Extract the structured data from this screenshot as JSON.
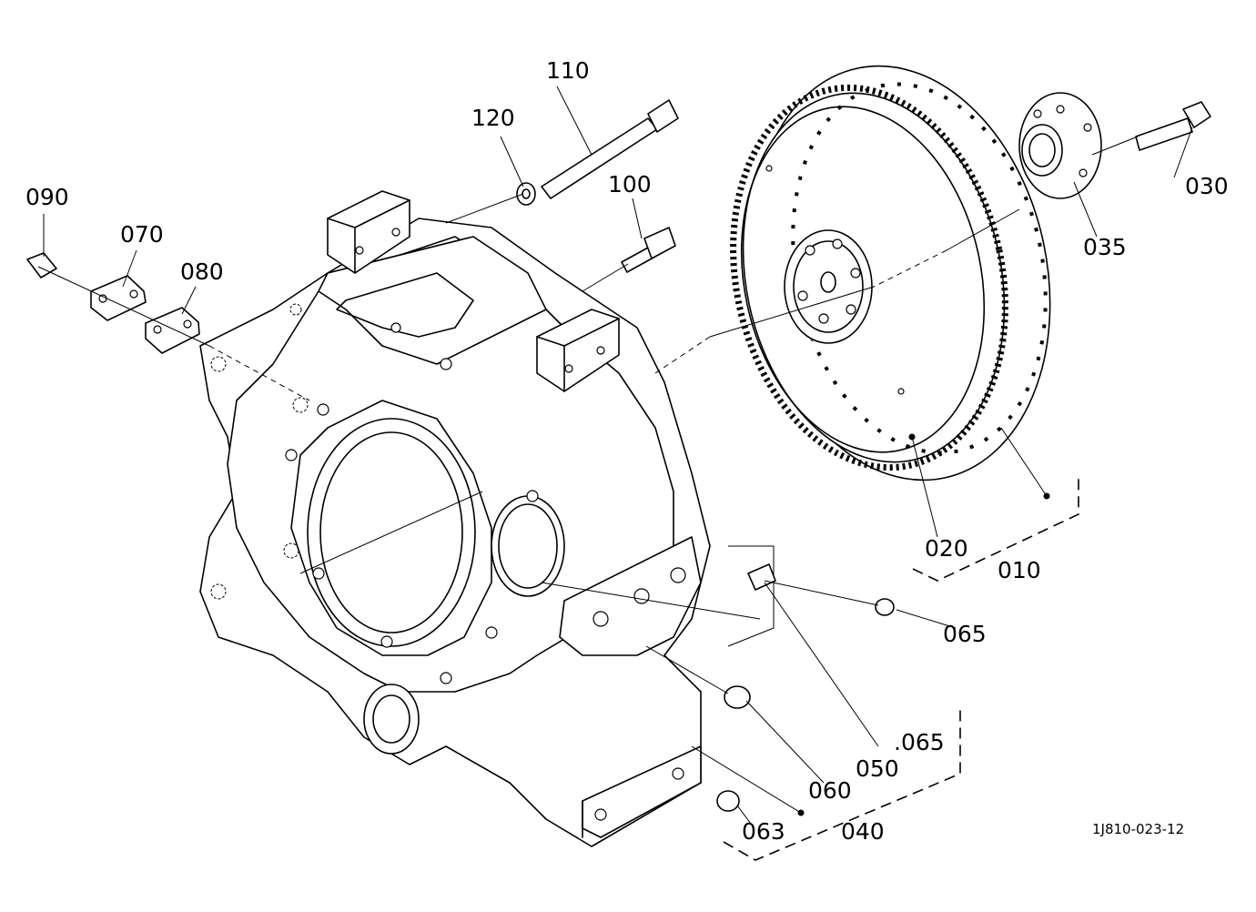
{
  "labels": {
    "p010": "010",
    "p020": "020",
    "p030": "030",
    "p035": "035",
    "p040": "040",
    "p050": "050",
    "p060": "060",
    "p063": "063",
    "p065": "065",
    "p065b": ".065",
    "p070": "070",
    "p080": "080",
    "p090": "090",
    "p100": "100",
    "p110": "110",
    "p120": "120"
  },
  "drawing_number": "1J810-023-12"
}
